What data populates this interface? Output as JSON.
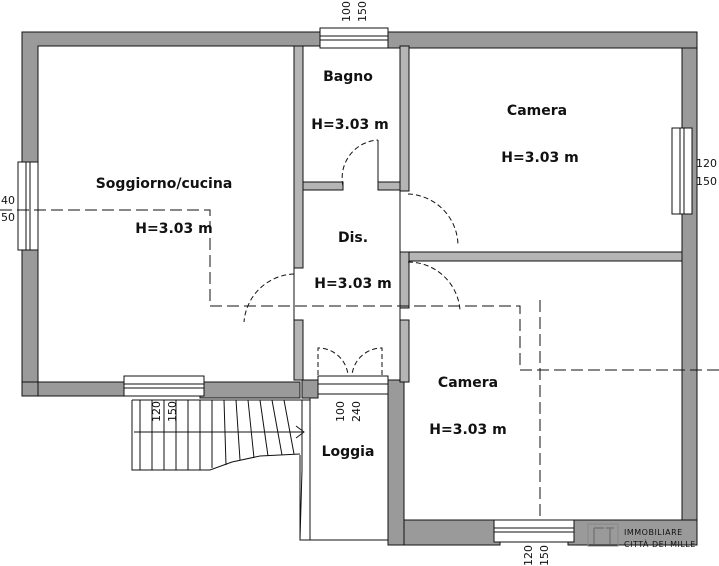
{
  "rooms": {
    "soggiorno": {
      "name": "Soggiorno/cucina",
      "height": "H=3.03 m"
    },
    "bagno": {
      "name": "Bagno",
      "height": "H=3.03 m"
    },
    "camera_1": {
      "name": "Camera",
      "height": "H=3.03 m"
    },
    "dis": {
      "name": "Dis.",
      "height": "H=3.03 m"
    },
    "camera_2": {
      "name": "Camera",
      "height": "H=3.03 m"
    },
    "loggia": {
      "name": "Loggia"
    }
  },
  "windows": {
    "top_bagno": {
      "width": "100",
      "height": "150"
    },
    "left_soggiorno": {
      "width": "40",
      "height": "50"
    },
    "right_camera": {
      "width": "120",
      "height": "150"
    },
    "bottom_soggiorno": {
      "width": "120",
      "height": "150"
    },
    "loggia_door": {
      "width": "100",
      "height": "240"
    },
    "bottom_camera": {
      "width": "120",
      "height": "150"
    }
  },
  "logo": {
    "line1": "IMMOBILIARE",
    "line2": "CITTÀ DEI MILLE"
  },
  "colors": {
    "wall": "#9a9a9a",
    "line": "#111111",
    "wall_core": "#ffffff"
  }
}
